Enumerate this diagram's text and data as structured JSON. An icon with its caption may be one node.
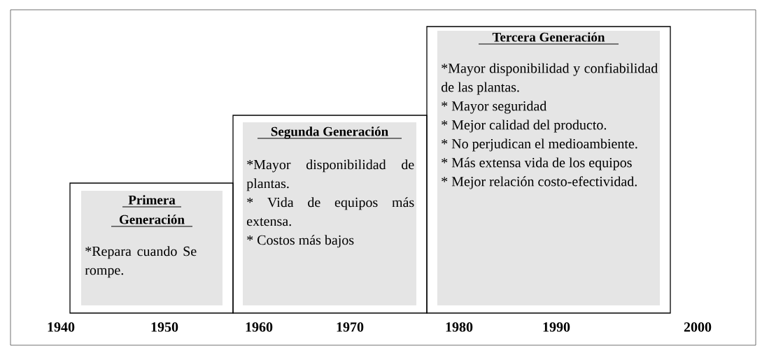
{
  "diagram": {
    "nodes": [
      {
        "text": [
          "Primera Generación",
          "*Repara cuando Se rompe."
        ]
      },
      {
        "text": [
          "Segunda Generación",
          "*Mayor disponibilidad de plantas.",
          "* Vida de equipos más extensa.",
          "* Costos más bajos"
        ]
      },
      {
        "text": [
          "Tercera Generación",
          "*Mayor disponibilidad y confiabilidad de las plantas.",
          "* Mayor seguridad",
          "* Mejor calidad del producto.",
          "* No perjudican el medioambiente.",
          "* Más extensa vida de los equipos",
          "* Mejor relación costo-efectividad."
        ]
      }
    ],
    "labels": [
      "1940",
      "1950",
      "1960",
      "1970",
      "1980",
      "1990",
      "2000"
    ]
  }
}
